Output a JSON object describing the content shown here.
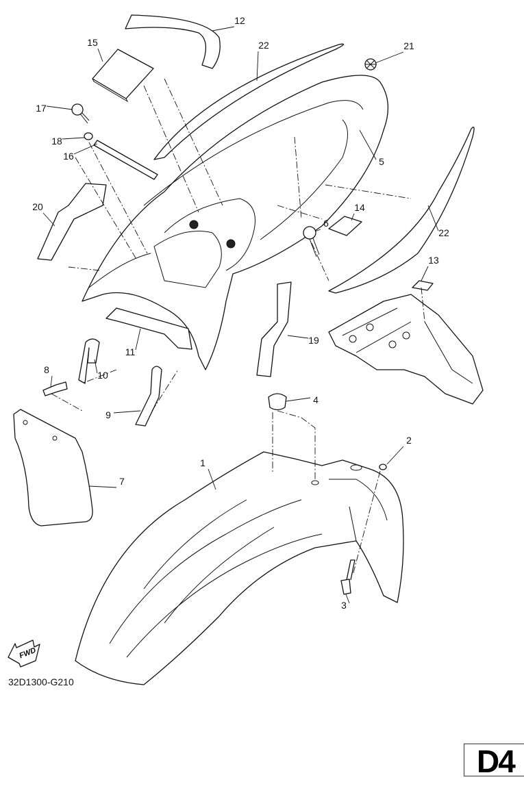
{
  "diagram": {
    "callouts": [
      "12",
      "15",
      "22",
      "21",
      "17",
      "18",
      "16",
      "5",
      "20",
      "14",
      "6",
      "22",
      "13",
      "19",
      "11",
      "8",
      "10",
      "4",
      "9",
      "2",
      "1",
      "7",
      "3"
    ],
    "fwd_label": "FWD",
    "figure_code": "32D1300-G210",
    "page_label": "D4"
  }
}
